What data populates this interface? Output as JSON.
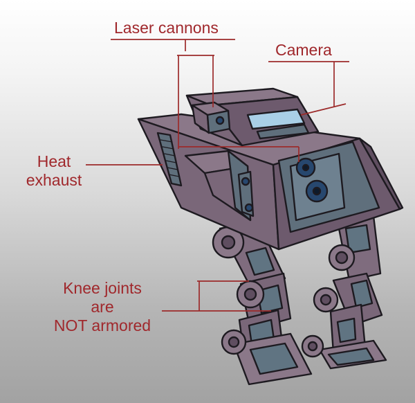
{
  "labels": {
    "laser_cannons": "Laser cannons",
    "camera": "Camera",
    "heat": "Heat",
    "exhaust": "exhaust",
    "knee_line1": "Knee joints",
    "knee_line2": "are",
    "knee_line3": "NOT armored"
  },
  "colors": {
    "label": "#a0282c",
    "leader_line": "#9c2a2a",
    "body_light": "#8b7889",
    "body_mid": "#7a6779",
    "body_dark": "#5f4e60",
    "panel": "#5f6f7c",
    "panel_light": "#6e8190",
    "lens": "#27476e",
    "screen": "#a9cfe7",
    "outline": "#1d1a20"
  }
}
